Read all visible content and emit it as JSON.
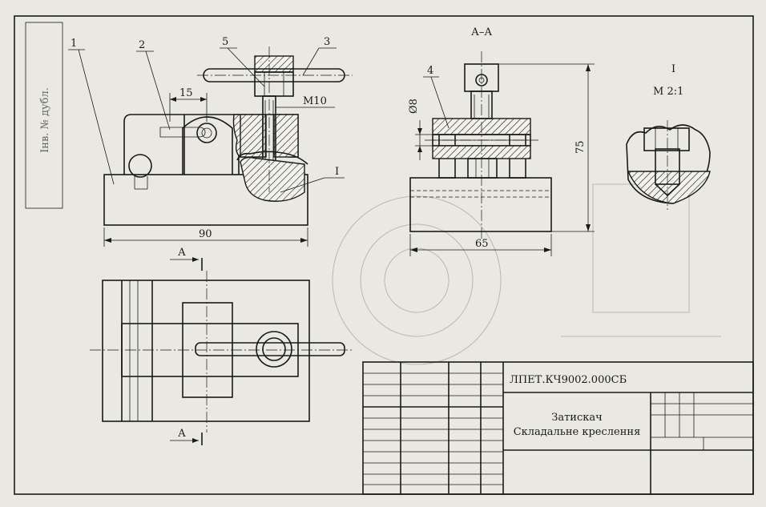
{
  "leaders": {
    "l1": "1",
    "l2": "2",
    "l3": "3",
    "l4": "4",
    "l5": "5",
    "detail": "I"
  },
  "dimensions": {
    "d15": "15",
    "m10": "M10",
    "d90": "90",
    "d8": "Ø8",
    "d75": "75",
    "d65": "65"
  },
  "section": {
    "title": "А–А",
    "mark_top": "А",
    "mark_bottom": "А"
  },
  "detail_view": {
    "title": "I",
    "scale": "М 2:1"
  },
  "title_block": {
    "code": "ЛПЕТ.КЧ9002.000СБ",
    "name_line1": "Затискач",
    "name_line2": "Складальне креслення"
  },
  "margin_text": {
    "stamp": "Інв. № дубл."
  }
}
